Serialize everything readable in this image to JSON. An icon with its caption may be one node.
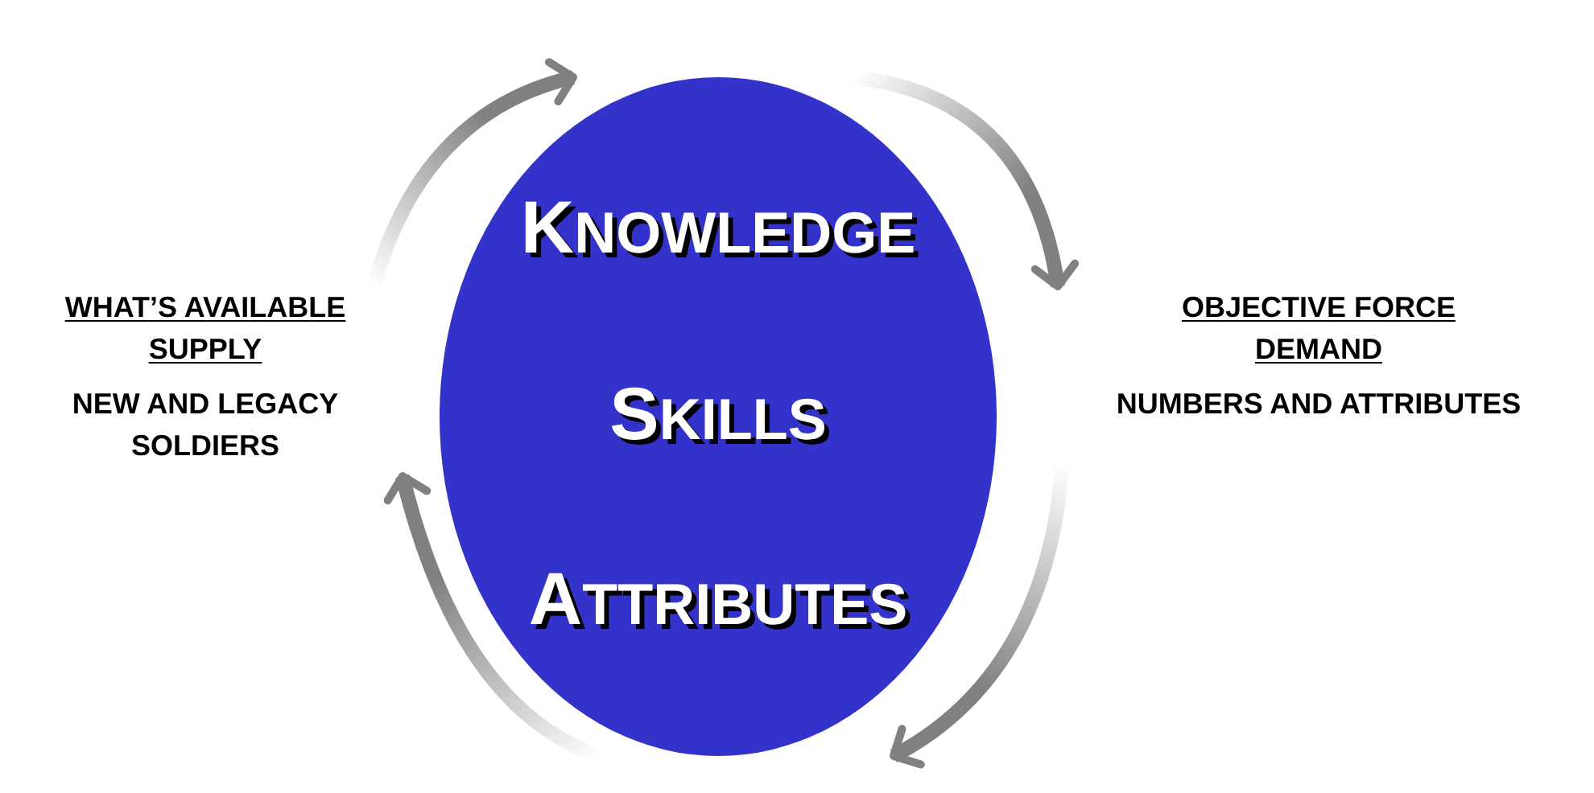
{
  "diagram": {
    "nodes": [
      {
        "text": [
          "KNOWLEDGE",
          "SKILLS",
          "ATTRIBUTES"
        ]
      },
      {
        "text": [
          "WHAT’S AVAILABLE SUPPLY",
          "NEW AND LEGACY SOLDIERS"
        ]
      },
      {
        "text": [
          "OBJECTIVE FORCE DEMAND",
          "NUMBERS AND ATTRIBUTES"
        ]
      }
    ],
    "edges": [
      {
        "from": 1,
        "to": 0,
        "arrow": "to"
      },
      {
        "from": 0,
        "to": 2,
        "arrow": "to"
      },
      {
        "from": 2,
        "to": 0,
        "arrow": "to"
      },
      {
        "from": 0,
        "to": 1,
        "arrow": "to"
      }
    ]
  }
}
